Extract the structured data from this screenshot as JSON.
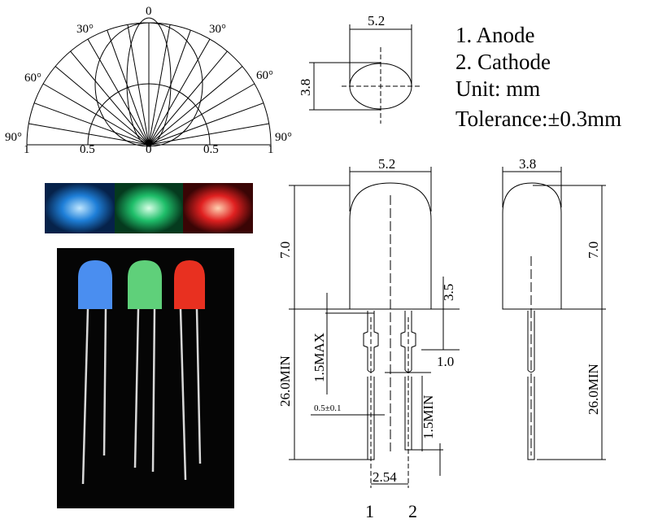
{
  "polar_diagram": {
    "angle_labels": {
      "top": "0",
      "left30": "30°",
      "right30": "30°",
      "left60": "60°",
      "right60": "60°",
      "left90": "90°",
      "right90": "90°"
    },
    "axis_labels": [
      "1",
      "0.5",
      "0",
      "0.5",
      "1"
    ]
  },
  "top_view": {
    "width_dim": "5.2",
    "height_dim": "3.8"
  },
  "legend": {
    "pin1": "1. Anode",
    "pin2": "2. Cathode",
    "unit": "Unit: mm",
    "tolerance": "Tolerance:±0.3mm"
  },
  "front_view": {
    "width_dim": "5.2",
    "height_dim": "7.0",
    "flange_dim": "3.5",
    "lead_length_dim": "26.0MIN",
    "standoff_dim": "1.5MAX",
    "lead_width_dim": "1.0",
    "lead_thickness_dim": "0.5±0.1",
    "lead_offset_dim": "1.5MIN",
    "pitch_dim": "2.54",
    "pin1_label": "1",
    "pin2_label": "2"
  },
  "side_view": {
    "width_dim": "3.8",
    "height_dim": "7.0",
    "lead_length_dim": "26.0MIN"
  },
  "colors": {
    "blue": "#1e7fd8",
    "green": "#1fbf6a",
    "red": "#e02020"
  }
}
